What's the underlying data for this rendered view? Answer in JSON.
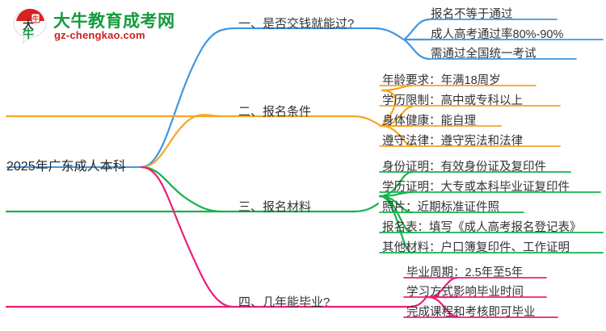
{
  "logo": {
    "mark_text": "大牛",
    "name_cn": "大牛教育成考网",
    "url": "gz-chengkao.com",
    "mark_color": "#d8221f",
    "name_color": "#149b3c",
    "url_color": "#d01f1f"
  },
  "mindmap": {
    "root": {
      "label": "2025年广东成人本科"
    },
    "branches": [
      {
        "label": "一、是否交钱就能过?",
        "color": "#3d97e3",
        "children": [
          {
            "label": "报名不等于通过"
          },
          {
            "label": "成人高考通过率80%-90%"
          },
          {
            "label": "需通过全国统一考试"
          }
        ]
      },
      {
        "label": "二、报名条件",
        "color": "#f5a623",
        "children": [
          {
            "label": "年龄要求：年满18周岁"
          },
          {
            "label": "学历限制：高中或专科以上"
          },
          {
            "label": "身体健康：能自理"
          },
          {
            "label": "遵守法律：遵守宪法和法律"
          }
        ]
      },
      {
        "label": "三、报名材料",
        "color": "#14b24c",
        "children": [
          {
            "label": "身份证明：有效身份证及复印件"
          },
          {
            "label": "学历证明：大专或本科毕业证复印件"
          },
          {
            "label": "照片：近期标准证件照"
          },
          {
            "label": "报名表：填写《成人高考报名登记表》"
          },
          {
            "label": "其他材料：户口簿复印件、工作证明"
          }
        ]
      },
      {
        "label": "四、几年能毕业?",
        "color": "#ec1e79",
        "children": [
          {
            "label": "毕业周期：2.5年至5年"
          },
          {
            "label": "学习方式影响毕业时间"
          },
          {
            "label": "完成课程和考核即可毕业"
          }
        ]
      }
    ]
  }
}
